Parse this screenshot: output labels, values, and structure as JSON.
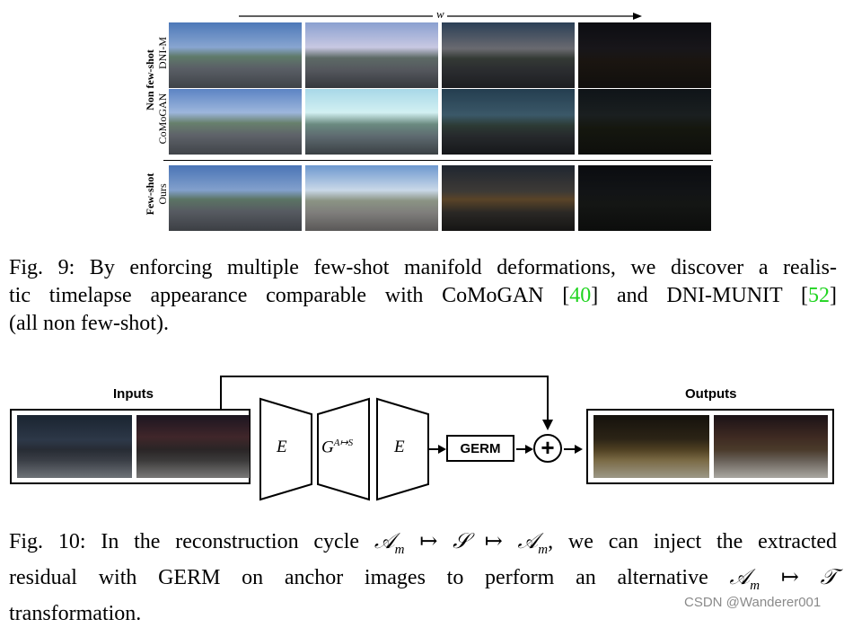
{
  "fig9": {
    "axis_label": "w",
    "group_top_label": "Non few-shot",
    "group_bottom_label": "Few-shot",
    "rows": [
      {
        "label": "DNI-M"
      },
      {
        "label": "CoMoGAN"
      },
      {
        "label": "Ours"
      }
    ],
    "caption": {
      "line1": "Fig. 9: By enforcing multiple few-shot manifold deformations, we discover a realis-",
      "line2_a": "tic timelapse appearance comparable with CoMoGAN [",
      "ref1": "40",
      "line2_b": "] and DNI-MUNIT [",
      "ref2": "52",
      "line2_c": "]",
      "line3": "(all non few-shot)."
    }
  },
  "fig10": {
    "inputs_label": "Inputs",
    "outputs_label": "Outputs",
    "encoder1": "E",
    "generator": "G",
    "generator_sup": "A↦S",
    "encoder2": "E",
    "germ_label": "GERM",
    "plus_symbol": "+",
    "caption": {
      "line1_a": "Fig. 10: In the reconstruction cycle ",
      "m1": "𝒜",
      "m1_sub": "m",
      "arrow1": " ↦ ",
      "m2": "𝒮",
      "arrow2": " ↦ ",
      "m3": "𝒜",
      "m3_sub": "m",
      "line1_b": ", we can inject the extracted",
      "line2_a": "residual with GERM on anchor images to perform an alternative ",
      "m4": "𝒜",
      "m4_sub": "m",
      "arrow3": " ↦ ",
      "m5": "𝒯",
      "line3": "transformation."
    }
  },
  "watermark": "CSDN @Wanderer001",
  "colors": {
    "ref": "#1fd41f"
  }
}
